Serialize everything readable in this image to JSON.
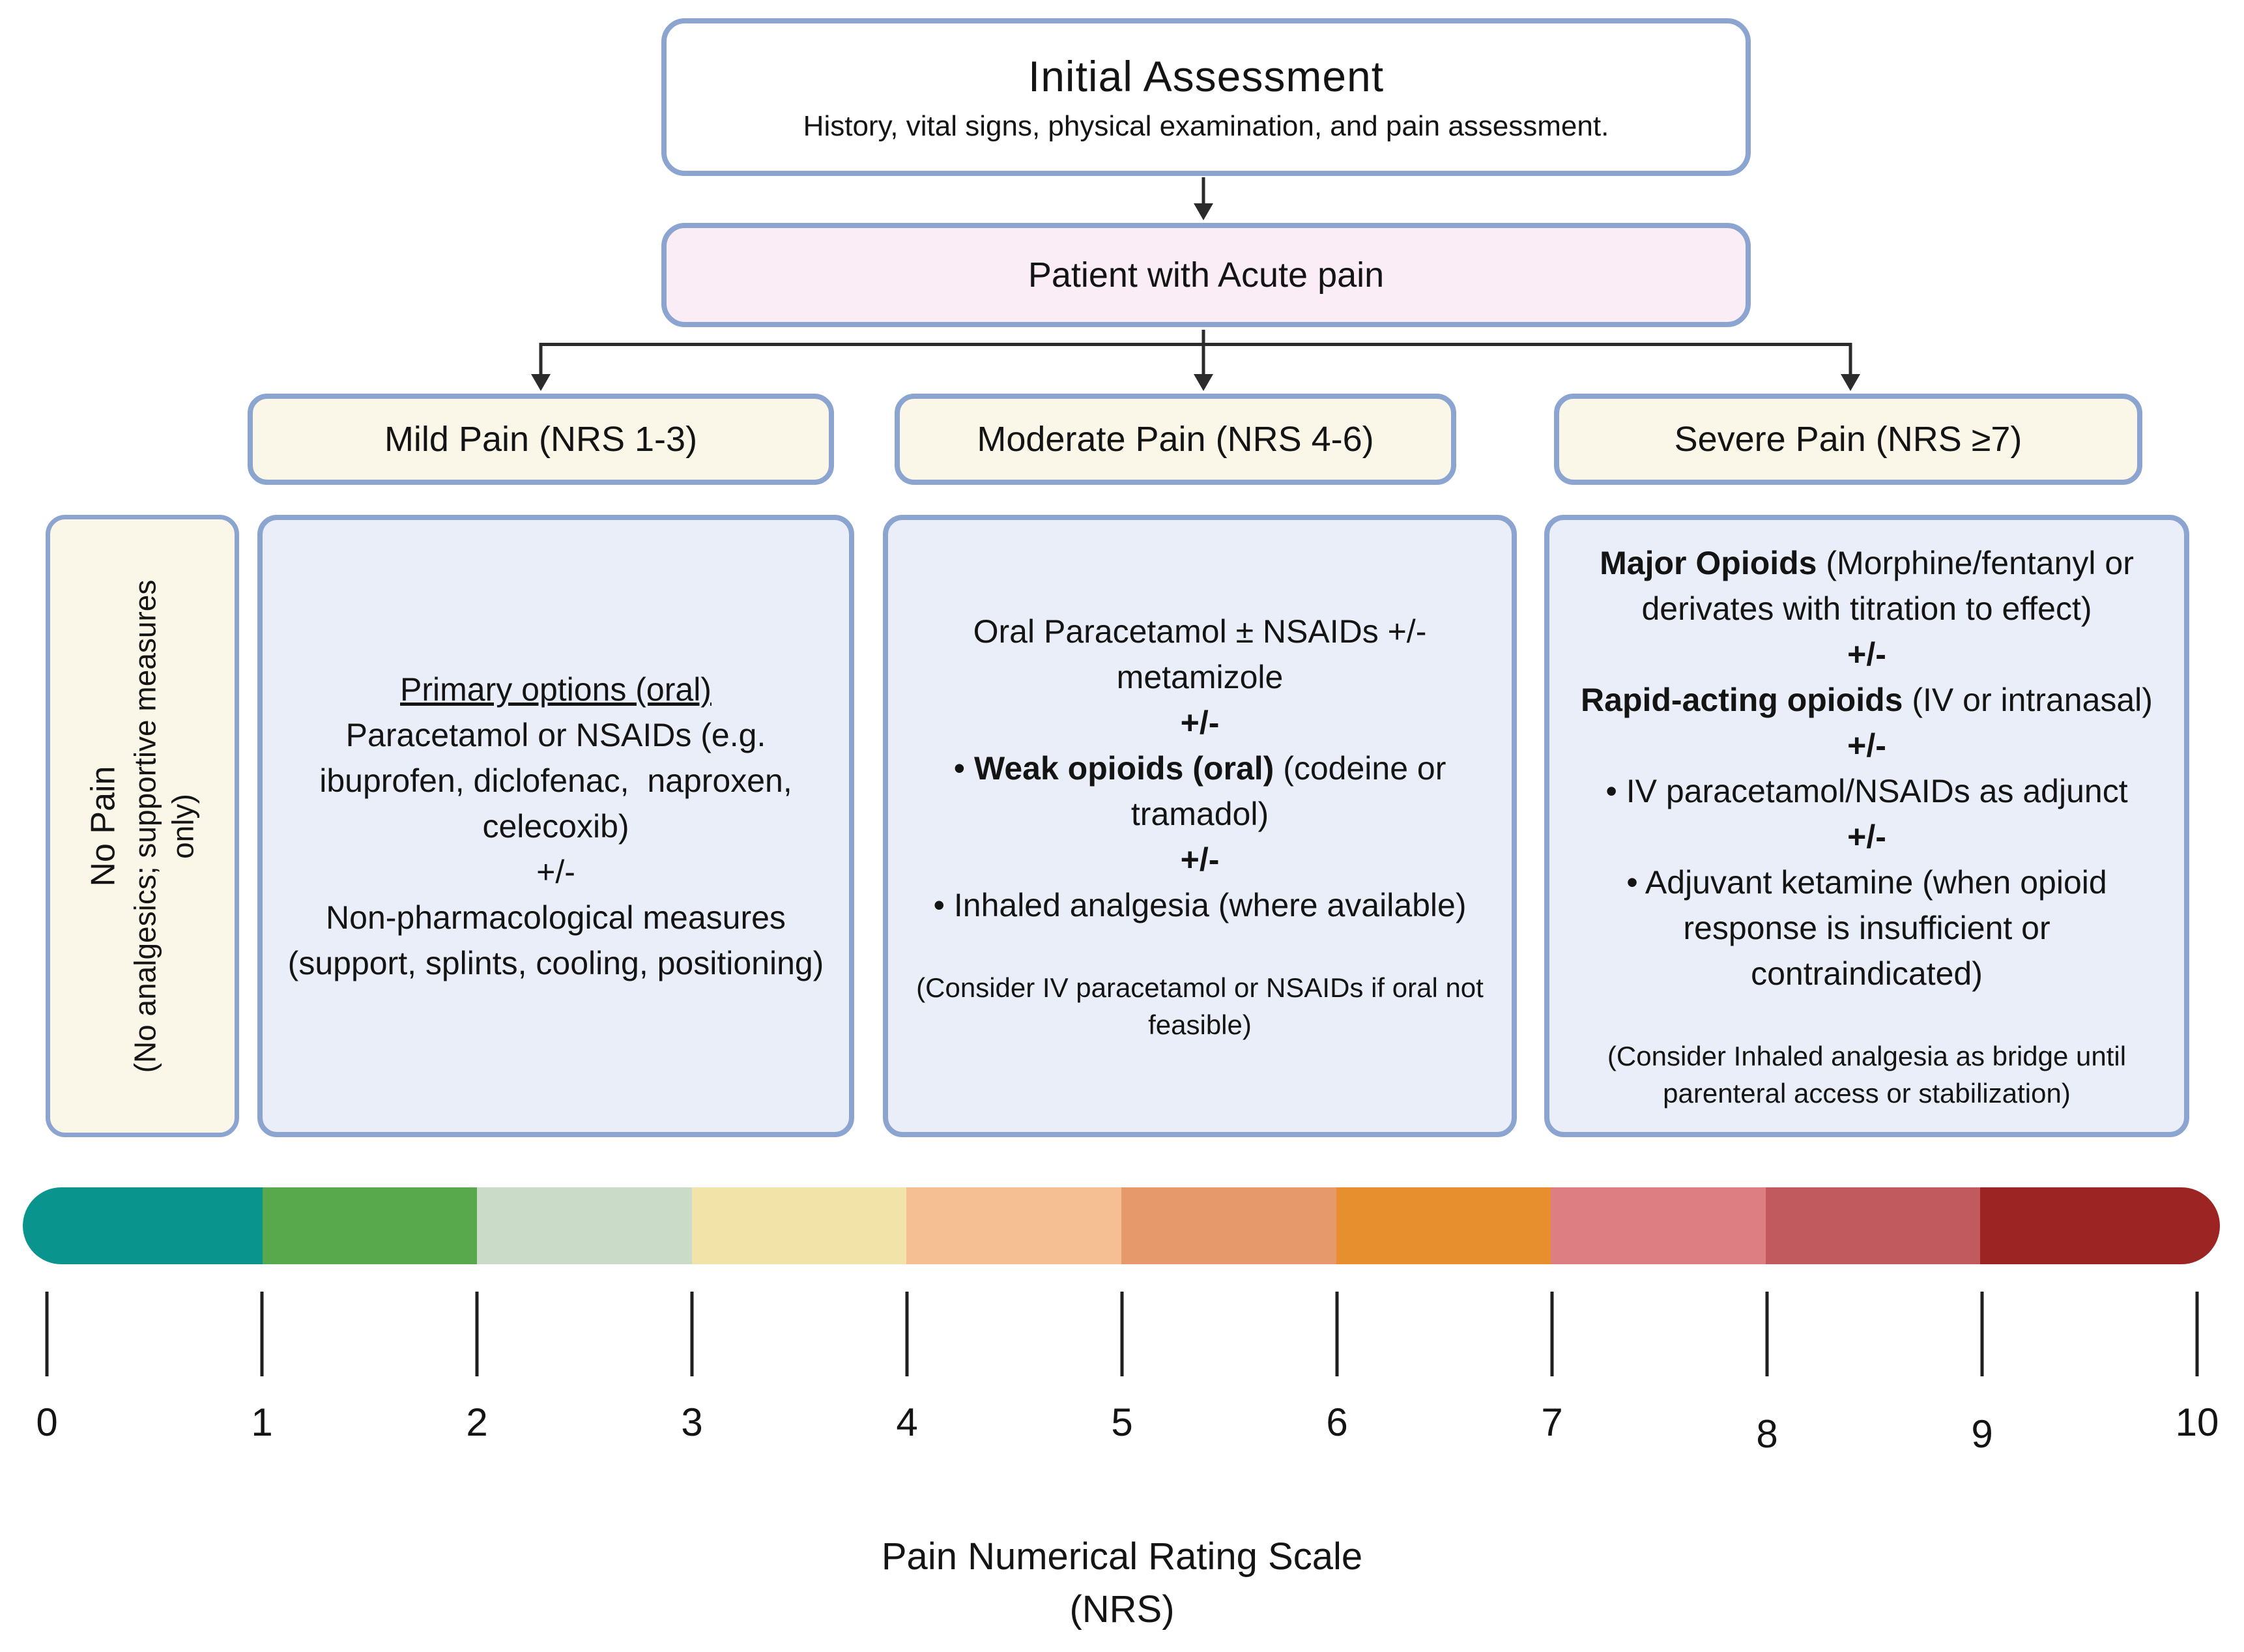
{
  "palette": {
    "box_border": "#8ba4d0",
    "cream_fill": "#fbf7e8",
    "content_fill": "#e9eef8",
    "pink_fill": "#faedf6",
    "white_fill": "#ffffff",
    "line_color": "#2b2b2b",
    "text_color": "#141414"
  },
  "title_box": {
    "title": "Initial Assessment",
    "subtitle": "History, vital signs, physical examination, and pain assessment."
  },
  "acute_box": {
    "label": "Patient with Acute pain"
  },
  "no_pain_box": {
    "title": "No Pain",
    "subtitle": "(No analgesics; supportive measures only)"
  },
  "branches": [
    {
      "header": "Mild Pain (NRS 1-3)",
      "lines": [
        {
          "runs": [
            {
              "t": "Primary options (oral)",
              "u": true
            }
          ]
        },
        {
          "runs": [
            {
              "t": "Paracetamol or NSAIDs (e.g. ibuprofen, diclofenac,  naproxen, celecoxib)"
            }
          ]
        },
        {
          "runs": [
            {
              "t": "+/-"
            }
          ]
        },
        {
          "runs": [
            {
              "t": "Non-pharmacological measures (support, splints, cooling, positioning)"
            }
          ]
        }
      ]
    },
    {
      "header": "Moderate Pain (NRS 4-6)",
      "lines": [
        {
          "runs": [
            {
              "t": "Oral Paracetamol ± NSAIDs +/- metamizole"
            }
          ]
        },
        {
          "runs": [
            {
              "t": "+/-",
              "b": true
            }
          ]
        },
        {
          "runs": [
            {
              "t": "• "
            },
            {
              "t": "Weak opioids (oral)",
              "b": true
            },
            {
              "t": " (codeine or tramadol)"
            }
          ]
        },
        {
          "runs": [
            {
              "t": "+/-",
              "b": true
            }
          ]
        },
        {
          "runs": [
            {
              "t": "• Inhaled analgesia (where available)"
            }
          ]
        },
        {
          "gap": true
        },
        {
          "small": true,
          "runs": [
            {
              "t": "(Consider IV paracetamol or NSAIDs if oral not feasible)"
            }
          ]
        }
      ]
    },
    {
      "header": "Severe Pain (NRS ≥7)",
      "lines": [
        {
          "runs": [
            {
              "t": "Major Opioids",
              "b": true
            },
            {
              "t": " (Morphine/fentanyl or derivates with titration to effect)"
            }
          ]
        },
        {
          "runs": [
            {
              "t": "+/-",
              "b": true
            }
          ]
        },
        {
          "runs": [
            {
              "t": "Rapid-acting opioids",
              "b": true
            },
            {
              "t": " (IV or intranasal)"
            }
          ]
        },
        {
          "runs": [
            {
              "t": "+/-",
              "b": true
            }
          ]
        },
        {
          "runs": [
            {
              "t": "• IV paracetamol/NSAIDs as adjunct"
            }
          ]
        },
        {
          "runs": [
            {
              "t": "+/-",
              "b": true
            }
          ]
        },
        {
          "runs": [
            {
              "t": "• Adjuvant ketamine (when opioid response is insufficient or contraindicated)"
            }
          ]
        },
        {
          "gap": true
        },
        {
          "small": true,
          "runs": [
            {
              "t": "(Consider Inhaled analgesia as bridge until parenteral access or stabilization)"
            }
          ]
        }
      ]
    }
  ],
  "scale": {
    "ticks": [
      "0",
      "1",
      "2",
      "3",
      "4",
      "5",
      "6",
      "7",
      "8",
      "9",
      "10"
    ],
    "colors": [
      "#0a948e",
      "#57a94b",
      "#cadcc8",
      "#f2e4a9",
      "#f6bf93",
      "#e69a6b",
      "#e78e2e",
      "#dd7e82",
      "#c05a5e",
      "#9c2423"
    ],
    "label_line1": "Pain Numerical Rating Scale",
    "label_line2": "(NRS)"
  }
}
